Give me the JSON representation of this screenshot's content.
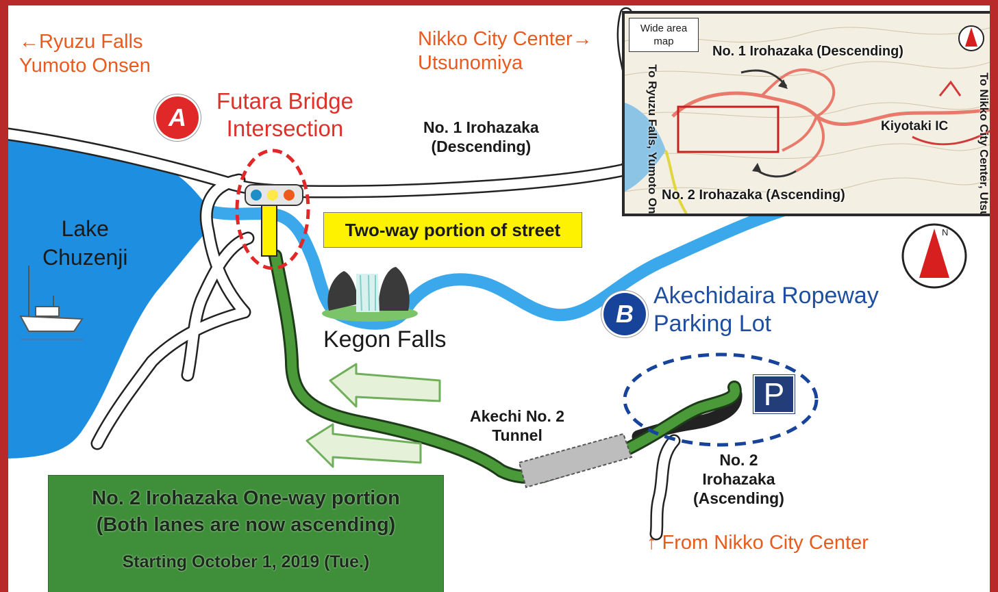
{
  "labels": {
    "west_destinations": "←Ryuzu Falls\n Yumoto Onsen",
    "east_destinations": "Nikko City Center→\nUtsunomiya",
    "futara_bridge": "Futara Bridge\nIntersection",
    "irohazaka_1": "No. 1 Irohazaka\n(Descending)",
    "lake": "Lake\nChuzenji",
    "two_way": "Two-way portion of street",
    "kegon_falls": "Kegon Falls",
    "akechidaira": "Akechidaira Ropeway\nParking Lot",
    "tunnel": "Akechi No. 2\nTunnel",
    "irohazaka_2": "No. 2\nIrohazaka\n(Ascending)",
    "from_nikko": "↑ From Nikko City Center",
    "parking_symbol": "P"
  },
  "badges": {
    "a": "A",
    "b": "B"
  },
  "notice": {
    "line1": "No. 2 Irohazaka  One-way portion\n(Both lanes are now ascending)",
    "line2": "Starting October 1, 2019 (Tue.)"
  },
  "inset": {
    "title": "Wide area\nmap",
    "irohazaka_1": "No. 1 Irohazaka (Descending)",
    "irohazaka_2": "No. 2 Irohazaka (Ascending)",
    "kiyotaki": "Kiyotaki IC",
    "to_west": "To Ryuzu Falls,\nYumoto Onsen",
    "to_east": "To Nikko City Center,\nUtsunomiya"
  },
  "north_arrow_letter": "N",
  "colors": {
    "frame": "#b82a2a",
    "lake": "#1e8fe0",
    "one_way_road": "#4b9a3a",
    "two_way_road": "#fff200",
    "route_a": "#e02828",
    "route_b": "#17449a"
  }
}
